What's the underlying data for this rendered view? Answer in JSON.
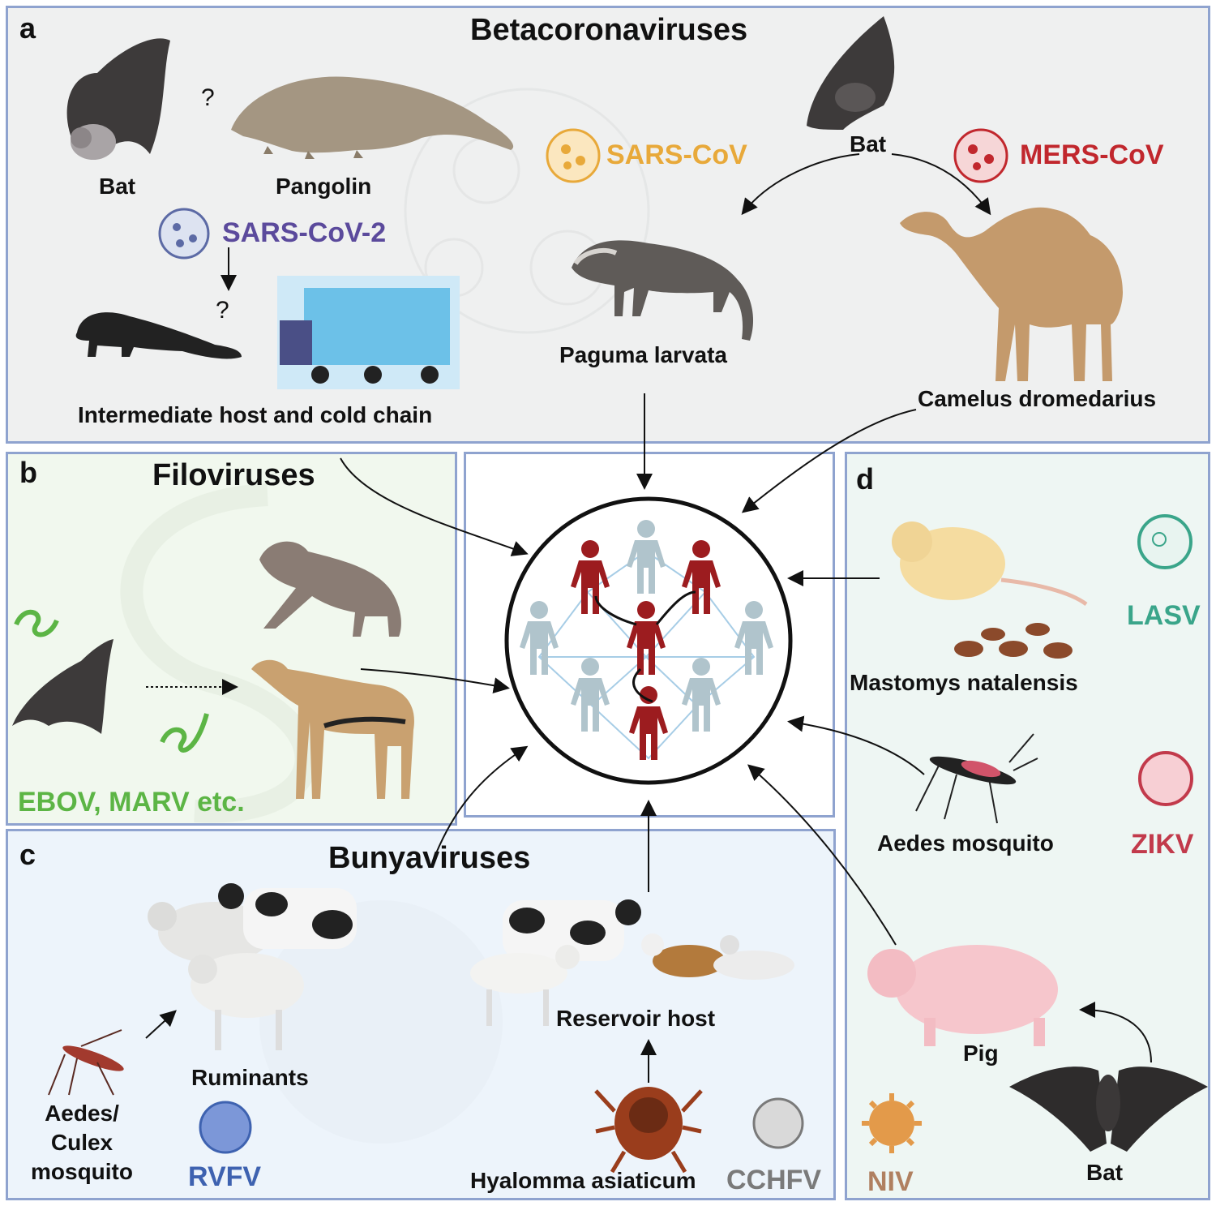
{
  "panels": {
    "a": {
      "letter": "a",
      "title": "Betacoronaviruses",
      "bg": "#eff0f0"
    },
    "b": {
      "letter": "b",
      "title": "Filoviruses",
      "bg": "#f1f8ee"
    },
    "c": {
      "letter": "c",
      "title": "Bunyaviruses",
      "bg": "#edf4fb"
    },
    "d": {
      "letter": "d",
      "bg": "#eef6f3"
    }
  },
  "panel_a": {
    "bat_left": "Bat",
    "pangolin": "Pangolin",
    "question_1": "?",
    "question_2": "?",
    "sars_cov_2": "SARS-CoV-2",
    "intermediate": "Intermediate host and cold chain",
    "sars_cov": "SARS-CoV",
    "paguma": "Paguma larvata",
    "bat_right": "Bat",
    "mers": "MERS-CoV",
    "camel": "Camelus dromedarius"
  },
  "panel_b": {
    "viruses": "EBOV, MARV etc."
  },
  "panel_c": {
    "ruminants": "Ruminants",
    "mosquito": "Aedes/\nCulex\nmosquito",
    "rvfv": "RVFV",
    "reservoir": "Reservoir host",
    "tick": "Hyalomma asiaticum",
    "cchfv": "CCHFV"
  },
  "panel_d": {
    "mastomys": "Mastomys natalensis",
    "lasv": "LASV",
    "aedes": "Aedes mosquito",
    "zikv": "ZIKV",
    "pig": "Pig",
    "bat": "Bat",
    "niv": "NIV"
  },
  "colors": {
    "border": "#8fa3cf",
    "sars_cov_2": "#5b4a9c",
    "sars_cov": "#e8a93a",
    "mers": "#c1272d",
    "ebov": "#5cb545",
    "rvfv": "#3e62b0",
    "cchfv": "#7a7a7a",
    "lasv": "#3aa58a",
    "zikv": "#c23a4b",
    "niv": "#b08060",
    "human_infected": "#9c1c1f",
    "human_healthy": "#b0c4cc"
  }
}
